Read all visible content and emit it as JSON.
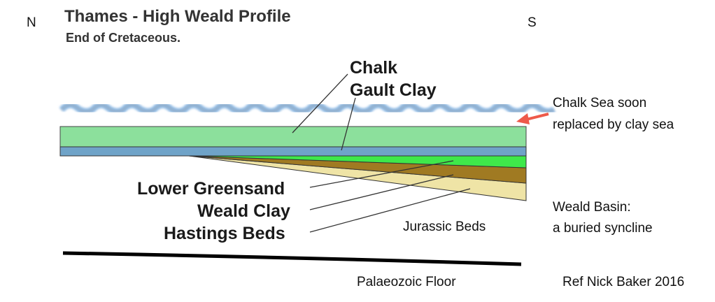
{
  "title": "Thames - High Weald Profile",
  "subtitle": "End of Cretaceous.",
  "compass": {
    "north": "N",
    "south": "S"
  },
  "layers": {
    "chalk": "Chalk",
    "gault_clay": "Gault Clay",
    "lower_greensand": "Lower Greensand",
    "weald_clay": "Weald Clay",
    "hastings_beds": "Hastings Beds",
    "jurassic_beds": "Jurassic Beds",
    "palaeozoic_floor": "Palaeozoic Floor"
  },
  "annotations": {
    "sea_line1": "Chalk Sea soon",
    "sea_line2": "replaced by clay sea",
    "basin_line1": "Weald Basin:",
    "basin_line2": "a buried syncline",
    "reference": "Ref Nick Baker 2016"
  },
  "colors": {
    "chalk": "#8ce09c",
    "gault": "#6fa3c8",
    "greensand": "#3fe84a",
    "weald_clay": "#a07a22",
    "hastings": "#efe4a6",
    "arrow": "#ee5a4a"
  }
}
